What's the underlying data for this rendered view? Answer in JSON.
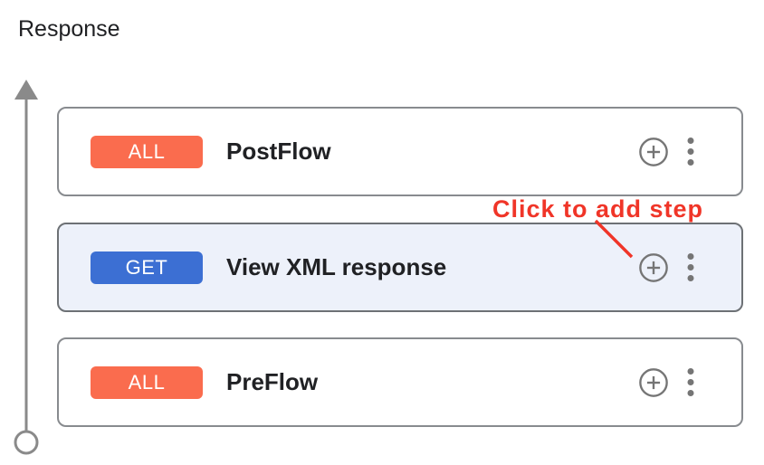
{
  "panel": {
    "title": "Response"
  },
  "annotation": {
    "label": "Click to add step",
    "color": "#f03528"
  },
  "cards": [
    {
      "method": "ALL",
      "method_color": "#fa6c4e",
      "name": "PostFlow",
      "highlighted": false
    },
    {
      "method": "GET",
      "method_color": "#3c6fd3",
      "name": "View XML response",
      "highlighted": true
    },
    {
      "method": "ALL",
      "method_color": "#fa6c4e",
      "name": "PreFlow",
      "highlighted": false
    }
  ],
  "colors": {
    "highlight_bg": "#edf1fa",
    "icon_gray": "#757575",
    "flow_arrow_gray": "#8a8a8a",
    "badge_orange": "#fa6c4e",
    "badge_blue": "#3c6fd3"
  }
}
